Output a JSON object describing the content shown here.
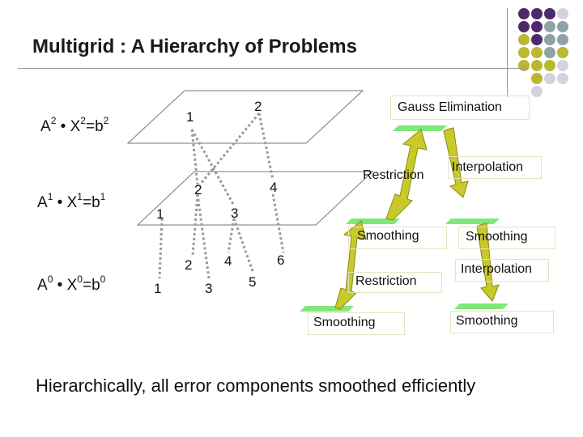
{
  "title": "Multigrid : A Hierarchy of Problems",
  "equations": [
    {
      "A": "A",
      "a_sup": "2",
      "dot": " • ",
      "X": "X",
      "x_sup": "2",
      "rhs": "=b",
      "b_sup": "2"
    },
    {
      "A": "A",
      "a_sup": "1",
      "dot": " • ",
      "X": "X",
      "x_sup": "1",
      "rhs": "=b",
      "b_sup": "1"
    },
    {
      "A": "A",
      "a_sup": "0",
      "dot": " • ",
      "X": "X",
      "x_sup": "0",
      "rhs": "=b",
      "b_sup": "0"
    }
  ],
  "grid_top": {
    "nodes": [
      "1",
      "2"
    ]
  },
  "grid_middle": {
    "nodes": [
      "1",
      "2",
      "3",
      "4"
    ]
  },
  "grid_bottom": {
    "nodes": [
      "1",
      "2",
      "3",
      "4",
      "5",
      "6"
    ]
  },
  "vcycle": {
    "gauss_elimination": "Gauss Elimination",
    "restriction_upper": "Restriction",
    "interpolation_upper": "Interpolation",
    "smoothing_mid_left": "Smoothing",
    "smoothing_mid_right": "Smoothing",
    "restriction_lower": "Restriction",
    "interpolation_lower": "Interpolation",
    "smoothing_bottom_left": "Smoothing",
    "smoothing_bottom_right": "Smoothing"
  },
  "caption": "Hierarchically, all error components smoothed efficiently",
  "colors": {
    "purple": "#4e2a6b",
    "teal_gray": "#8fa3a6",
    "olive": "#b9b830",
    "light_gray": "#d3d3e0",
    "arrow": "#c9c92a",
    "plate_green": "#7ee87a",
    "dotted_line": "#9a9a9a"
  }
}
